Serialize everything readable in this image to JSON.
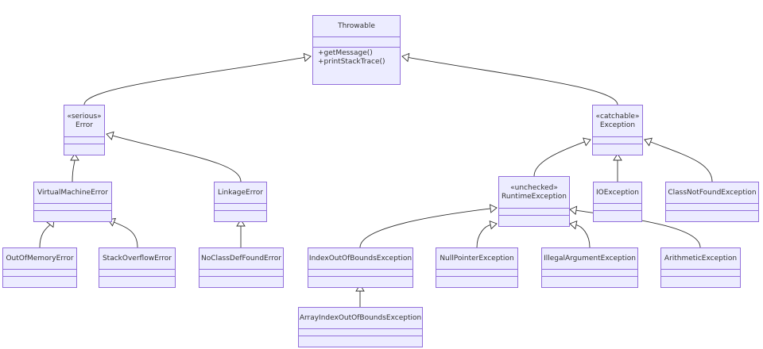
{
  "diagram": {
    "colors": {
      "fill": "#ECECFF",
      "stroke": "#9370DB",
      "edge": "#333333",
      "text": "#333333"
    },
    "classes": [
      {
        "id": "throwable",
        "name": "Throwable",
        "stereotype": "",
        "methods": [
          "+getMessage()",
          "+printStackTrace()"
        ]
      },
      {
        "id": "error",
        "name": "Error",
        "stereotype": "«serious»",
        "methods": []
      },
      {
        "id": "exception",
        "name": "Exception",
        "stereotype": "«catchable»",
        "methods": []
      },
      {
        "id": "virtualmachineerror",
        "name": "VirtualMachineError",
        "stereotype": "",
        "methods": []
      },
      {
        "id": "linkageerror",
        "name": "LinkageError",
        "stereotype": "",
        "methods": []
      },
      {
        "id": "runtimeexception",
        "name": "RuntimeException",
        "stereotype": "«unchecked»",
        "methods": []
      },
      {
        "id": "ioexception",
        "name": "IOException",
        "stereotype": "",
        "methods": []
      },
      {
        "id": "classnotfoundexception",
        "name": "ClassNotFoundException",
        "stereotype": "",
        "methods": []
      },
      {
        "id": "outofmemoryerror",
        "name": "OutOfMemoryError",
        "stereotype": "",
        "methods": []
      },
      {
        "id": "stackoverflowerror",
        "name": "StackOverflowError",
        "stereotype": "",
        "methods": []
      },
      {
        "id": "noclassdeffounderror",
        "name": "NoClassDefFoundError",
        "stereotype": "",
        "methods": []
      },
      {
        "id": "indexoutofboundsexception",
        "name": "IndexOutOfBoundsException",
        "stereotype": "",
        "methods": []
      },
      {
        "id": "nullpointerexception",
        "name": "NullPointerException",
        "stereotype": "",
        "methods": []
      },
      {
        "id": "illegalargumentexception",
        "name": "IllegalArgumentException",
        "stereotype": "",
        "methods": []
      },
      {
        "id": "arithmeticexception",
        "name": "ArithmeticException",
        "stereotype": "",
        "methods": []
      },
      {
        "id": "arrayindexoutofboundsexception",
        "name": "ArrayIndexOutOfBoundsException",
        "stereotype": "",
        "methods": []
      }
    ],
    "relations": [
      {
        "from": "error",
        "to": "throwable",
        "type": "inheritance"
      },
      {
        "from": "exception",
        "to": "throwable",
        "type": "inheritance"
      },
      {
        "from": "virtualmachineerror",
        "to": "error",
        "type": "inheritance"
      },
      {
        "from": "linkageerror",
        "to": "error",
        "type": "inheritance"
      },
      {
        "from": "runtimeexception",
        "to": "exception",
        "type": "inheritance"
      },
      {
        "from": "ioexception",
        "to": "exception",
        "type": "inheritance"
      },
      {
        "from": "classnotfoundexception",
        "to": "exception",
        "type": "inheritance"
      },
      {
        "from": "outofmemoryerror",
        "to": "virtualmachineerror",
        "type": "inheritance"
      },
      {
        "from": "stackoverflowerror",
        "to": "virtualmachineerror",
        "type": "inheritance"
      },
      {
        "from": "noclassdeffounderror",
        "to": "linkageerror",
        "type": "inheritance"
      },
      {
        "from": "indexoutofboundsexception",
        "to": "runtimeexception",
        "type": "inheritance"
      },
      {
        "from": "nullpointerexception",
        "to": "runtimeexception",
        "type": "inheritance"
      },
      {
        "from": "illegalargumentexception",
        "to": "runtimeexception",
        "type": "inheritance"
      },
      {
        "from": "arithmeticexception",
        "to": "runtimeexception",
        "type": "inheritance"
      },
      {
        "from": "arrayindexoutofboundsexception",
        "to": "indexoutofboundsexception",
        "type": "inheritance"
      }
    ]
  }
}
